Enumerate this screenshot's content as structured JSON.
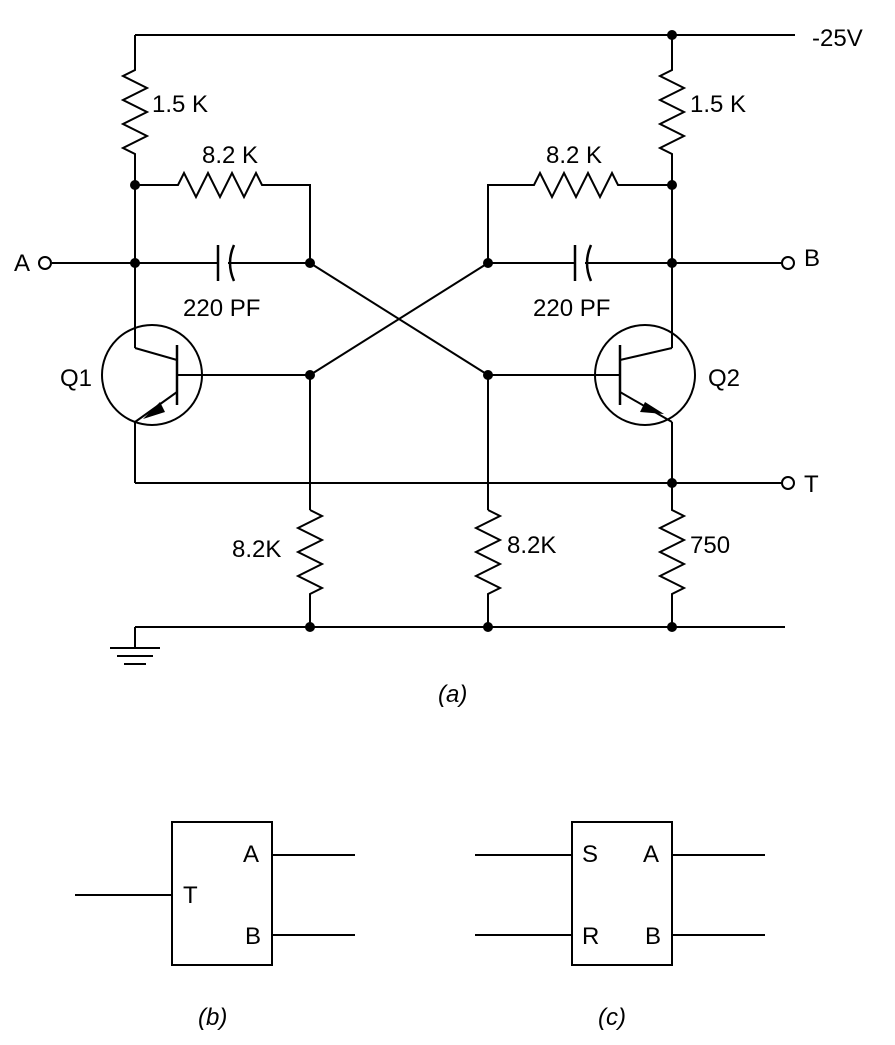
{
  "circuit_a": {
    "supply_label": "-25V",
    "r_load_left": "1.5 K",
    "r_load_right": "1.5 K",
    "r_cross_left": "8.2 K",
    "r_cross_right": "8.2 K",
    "c_left": "220 PF",
    "c_right": "220 PF",
    "q1": "Q1",
    "q2": "Q2",
    "terminal_a": "A",
    "terminal_b": "B",
    "terminal_t": "T",
    "r_bottom_left": "8.2K",
    "r_bottom_mid": "8.2K",
    "r_bottom_right": "750",
    "caption": "(a)"
  },
  "block_b": {
    "input_t": "T",
    "output_a": "A",
    "output_b": "B",
    "caption": "(b)"
  },
  "block_c": {
    "input_s": "S",
    "input_r": "R",
    "output_a": "A",
    "output_b": "B",
    "caption": "(c)"
  }
}
